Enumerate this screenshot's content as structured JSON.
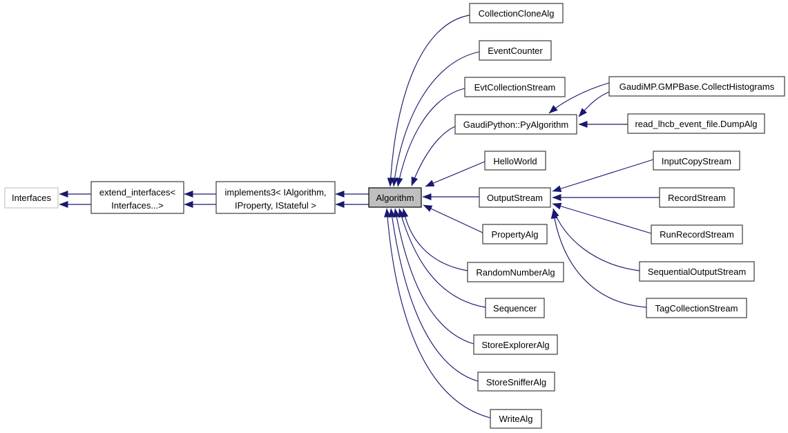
{
  "diagram": {
    "title": "Inheritance diagram for Algorithm",
    "colors": {
      "edge": "#191970",
      "current_fill": "#bfbfbf",
      "box_border": "#3a3a3a",
      "external_border": "#c6c6c6",
      "text": "#000000",
      "background": "#ffffff"
    },
    "nodes": {
      "interfaces": {
        "label": "Interfaces"
      },
      "extend_interfaces": {
        "line1": "extend_interfaces<",
        "line2": "Interfaces...>"
      },
      "implements3": {
        "line1": "implements3< IAlgorithm,",
        "line2": "IProperty, IStateful >"
      },
      "algorithm": {
        "label": "Algorithm"
      },
      "collection_clone_alg": {
        "label": "CollectionCloneAlg"
      },
      "event_counter": {
        "label": "EventCounter"
      },
      "evt_collection_stream": {
        "label": "EvtCollectionStream"
      },
      "gaudi_python_py_algorithm": {
        "label": "GaudiPython::PyAlgorithm"
      },
      "hello_world": {
        "label": "HelloWorld"
      },
      "output_stream": {
        "label": "OutputStream"
      },
      "property_alg": {
        "label": "PropertyAlg"
      },
      "random_number_alg": {
        "label": "RandomNumberAlg"
      },
      "sequencer": {
        "label": "Sequencer"
      },
      "store_explorer_alg": {
        "label": "StoreExplorerAlg"
      },
      "store_sniffer_alg": {
        "label": "StoreSnifferAlg"
      },
      "write_alg": {
        "label": "WriteAlg"
      },
      "collect_histograms": {
        "label": "GaudiMP.GMPBase.CollectHistograms"
      },
      "dump_alg": {
        "label": "read_lhcb_event_file.DumpAlg"
      },
      "input_copy_stream": {
        "label": "InputCopyStream"
      },
      "record_stream": {
        "label": "RecordStream"
      },
      "run_record_stream": {
        "label": "RunRecordStream"
      },
      "sequential_output_stream": {
        "label": "SequentialOutputStream"
      },
      "tag_collection_stream": {
        "label": "TagCollectionStream"
      }
    },
    "edges": [
      {
        "from": "extend_interfaces",
        "to": "interfaces",
        "arrows": 2
      },
      {
        "from": "implements3",
        "to": "extend_interfaces",
        "arrows": 2
      },
      {
        "from": "algorithm",
        "to": "implements3",
        "arrows": 2
      },
      {
        "from": "collection_clone_alg",
        "to": "algorithm",
        "arrows": 1
      },
      {
        "from": "event_counter",
        "to": "algorithm",
        "arrows": 1
      },
      {
        "from": "evt_collection_stream",
        "to": "algorithm",
        "arrows": 1
      },
      {
        "from": "gaudi_python_py_algorithm",
        "to": "algorithm",
        "arrows": 1
      },
      {
        "from": "hello_world",
        "to": "algorithm",
        "arrows": 1
      },
      {
        "from": "output_stream",
        "to": "algorithm",
        "arrows": 1
      },
      {
        "from": "property_alg",
        "to": "algorithm",
        "arrows": 1
      },
      {
        "from": "random_number_alg",
        "to": "algorithm",
        "arrows": 1
      },
      {
        "from": "sequencer",
        "to": "algorithm",
        "arrows": 1
      },
      {
        "from": "store_explorer_alg",
        "to": "algorithm",
        "arrows": 1
      },
      {
        "from": "store_sniffer_alg",
        "to": "algorithm",
        "arrows": 1
      },
      {
        "from": "write_alg",
        "to": "algorithm",
        "arrows": 1
      },
      {
        "from": "collect_histograms",
        "to": "gaudi_python_py_algorithm",
        "arrows": 2
      },
      {
        "from": "dump_alg",
        "to": "gaudi_python_py_algorithm",
        "arrows": 1
      },
      {
        "from": "input_copy_stream",
        "to": "output_stream",
        "arrows": 1
      },
      {
        "from": "record_stream",
        "to": "output_stream",
        "arrows": 1
      },
      {
        "from": "run_record_stream",
        "to": "output_stream",
        "arrows": 1
      },
      {
        "from": "sequential_output_stream",
        "to": "output_stream",
        "arrows": 1
      },
      {
        "from": "tag_collection_stream",
        "to": "output_stream",
        "arrows": 1
      }
    ]
  }
}
